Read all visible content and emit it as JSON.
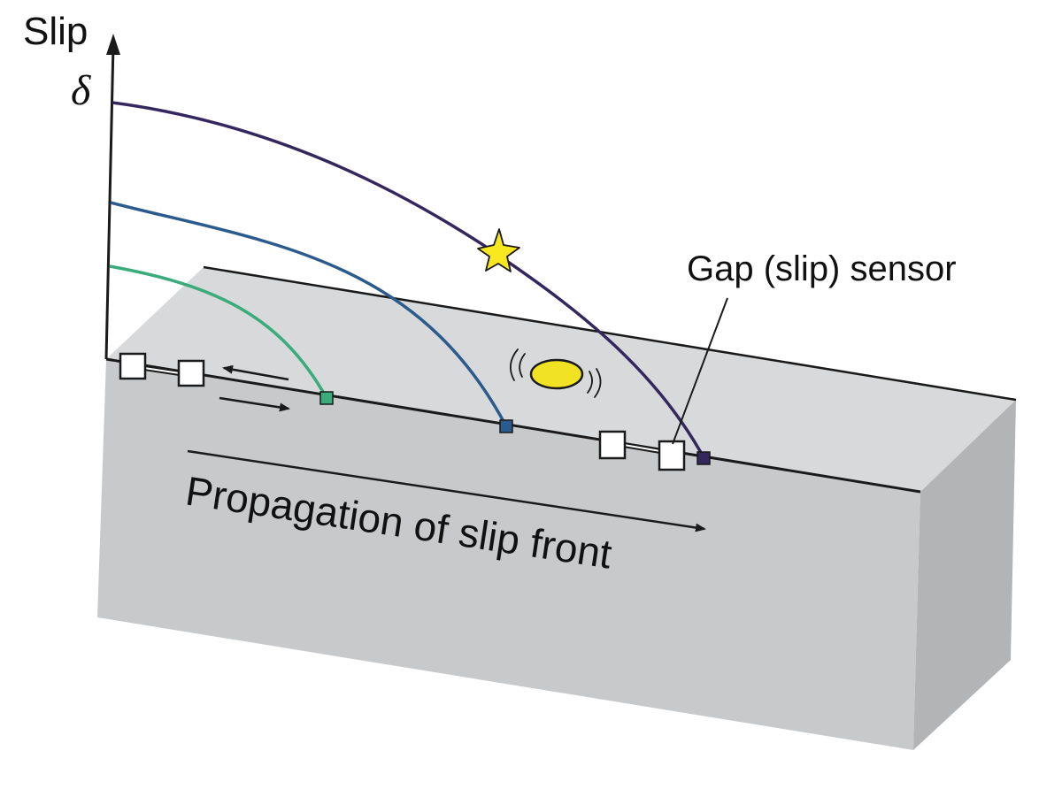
{
  "labels": {
    "axis_title": "Slip",
    "axis_symbol": "δ",
    "sensor_label": "Gap (slip) sensor",
    "propagation_label": "Propagation of slip front"
  },
  "icons": {
    "epicenter": "star-icon",
    "vibration": "vibration-waves-icon",
    "sensor": "square-sensor-icon"
  },
  "colors": {
    "top_face": "#d8d9da",
    "front_face": "#c8c9cb",
    "side_face": "#b3b4b6",
    "curve_early": "#3aab7a",
    "curve_mid": "#2b5b8c",
    "curve_late": "#34275e",
    "star": "#f7e721",
    "ellipse": "#f2e224",
    "outline": "#1a1a1a"
  }
}
